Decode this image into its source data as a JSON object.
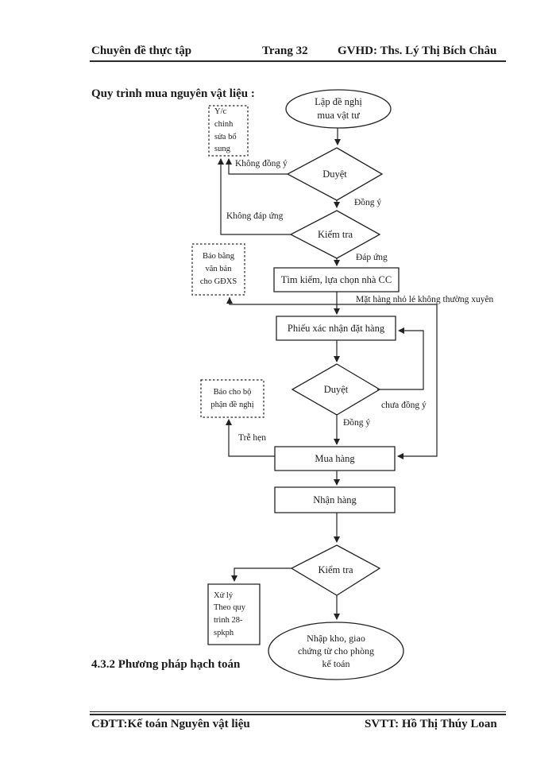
{
  "header": {
    "left": "Chuyên đề thực tập",
    "center": "Trang 32",
    "right": "GVHD: Ths. Lý Thị Bích Châu"
  },
  "title": "Quy trình mua nguyên vật liệu :",
  "flowchart": {
    "nodes": {
      "start": "Lập đề nghị\nmua vật tư",
      "approve1": "Duyệt",
      "check1": "Kiểm tra",
      "find_supplier": "Tìm kiếm, lựa chọn nhà CC",
      "order_confirm": "Phiếu xác nhận đặt hàng",
      "approve2": "Duyệt",
      "purchase": "Mua hàng",
      "receive": "Nhận hàng",
      "check2": "Kiểm tra",
      "end": "Nhập kho, giao\nchứng từ cho phòng\nkế toán",
      "note_revise": "Y/c\nchỉnh\nsửa bổ\nsung",
      "note_report": "Báo bằng\nvăn bản\ncho GĐXS",
      "note_notify": "Báo cho bộ\nphận đề nghị",
      "process_box": "Xử lý\nTheo quy\ntrình 28-\nspkph"
    },
    "edge_labels": {
      "not_agree": "Không đồng ý",
      "agree1": "Đồng ý",
      "not_satisfy": "Không đáp ứng",
      "satisfy": "Đáp ứng",
      "small_goods": "Mặt hàng nhỏ lẻ không thường xuyên",
      "not_yet_agree": "chưa đồng ý",
      "agree2": "Đồng ý",
      "late": "Trễ hẹn"
    }
  },
  "section_heading": "4.3.2 Phương pháp hạch toán",
  "footer": {
    "left": "CĐTT:Kế toán Nguyên vật liệu",
    "right": "SVTT: Hồ Thị Thúy Loan"
  },
  "colors": {
    "ink": "#1a1a1a",
    "paper": "#ffffff"
  }
}
